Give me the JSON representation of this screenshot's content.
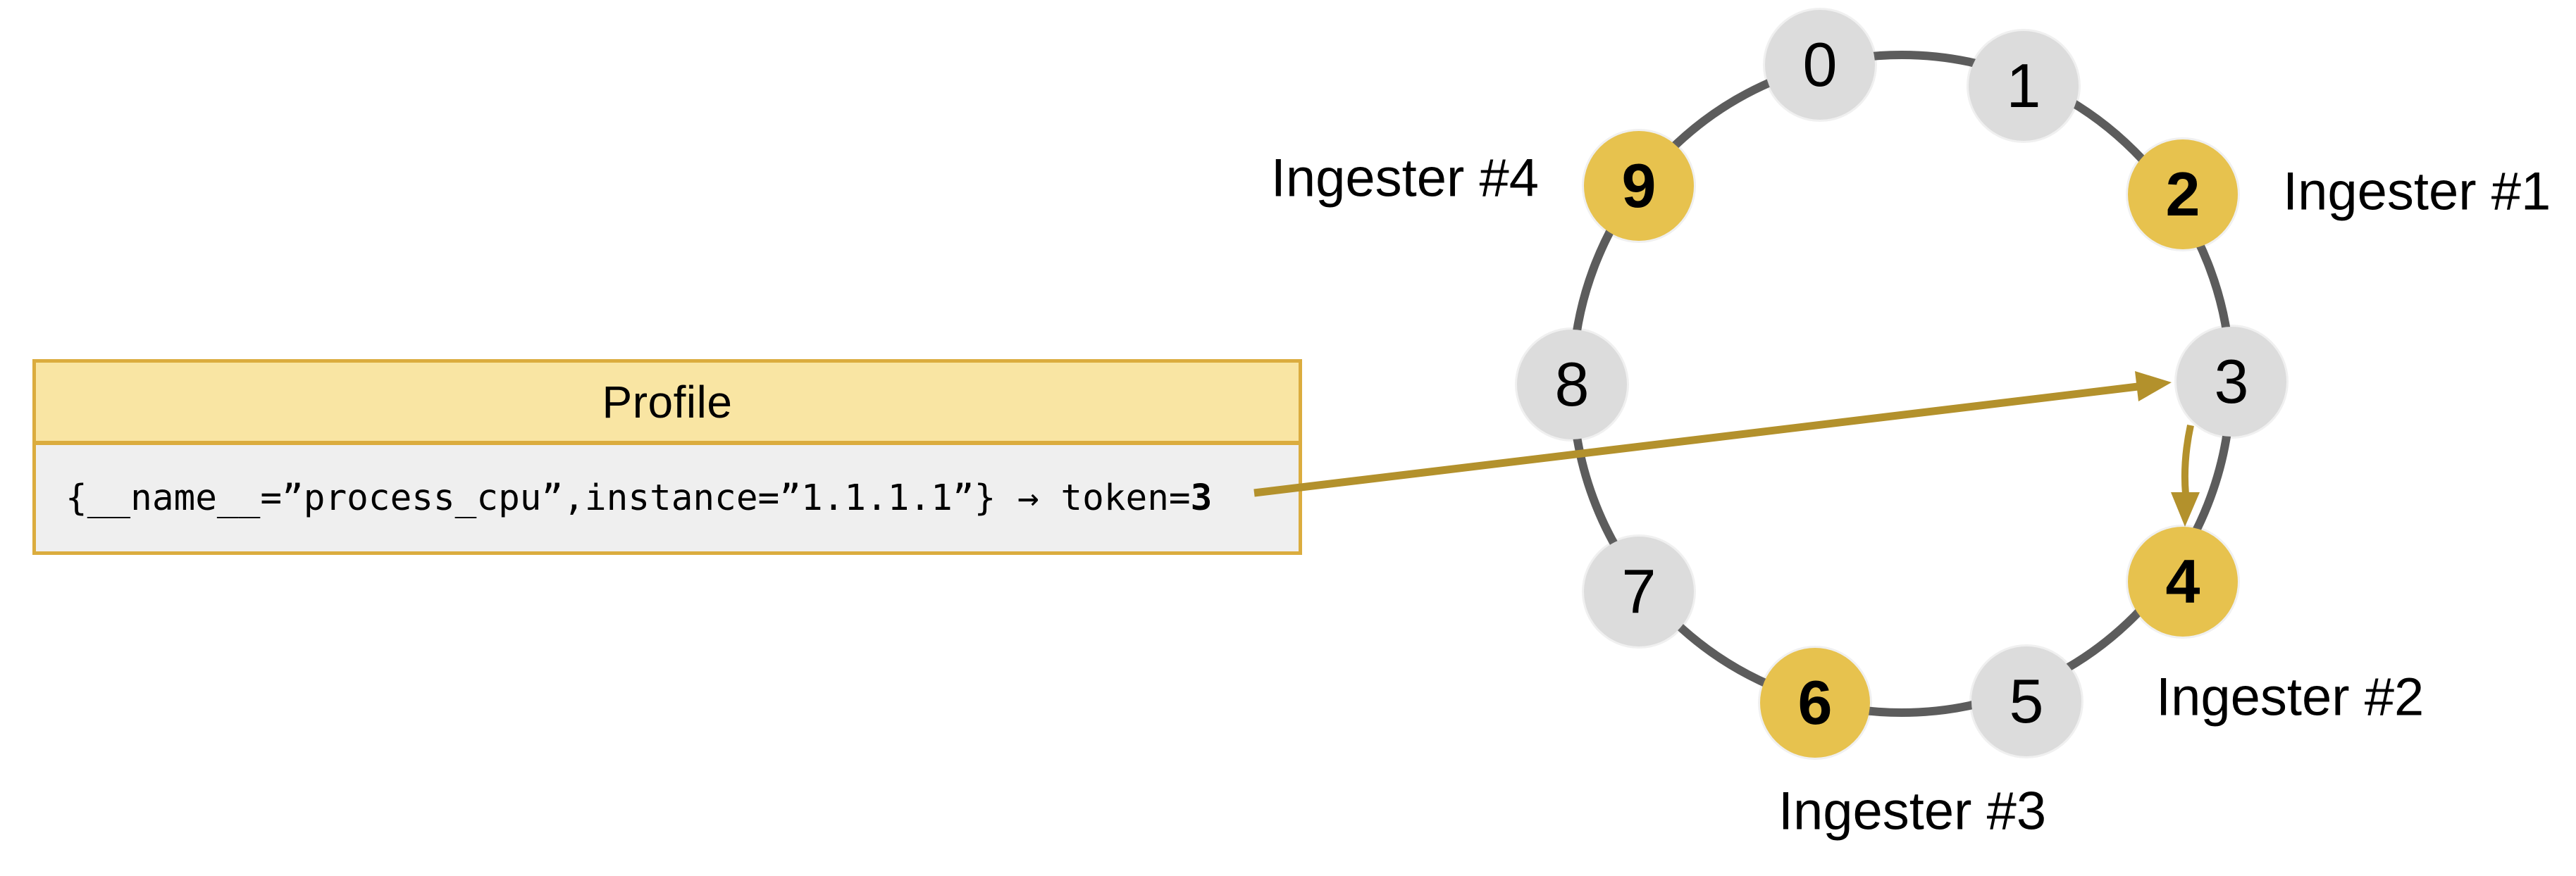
{
  "profile_box": {
    "title": "Profile",
    "series_prefix": "{__name__=”process_cpu”,instance=”1.1.1.1”} → token=",
    "token_value": "3"
  },
  "ring": {
    "nodes": [
      {
        "label": "0",
        "highlighted": false
      },
      {
        "label": "1",
        "highlighted": false
      },
      {
        "label": "2",
        "highlighted": true
      },
      {
        "label": "3",
        "highlighted": false
      },
      {
        "label": "4",
        "highlighted": true
      },
      {
        "label": "5",
        "highlighted": false
      },
      {
        "label": "6",
        "highlighted": true
      },
      {
        "label": "7",
        "highlighted": false
      },
      {
        "label": "8",
        "highlighted": false
      },
      {
        "label": "9",
        "highlighted": true
      }
    ]
  },
  "ingester_labels": [
    {
      "label": "Ingester #1"
    },
    {
      "label": "Ingester #2"
    },
    {
      "label": "Ingester #3"
    },
    {
      "label": "Ingester #4"
    }
  ],
  "colors": {
    "page_bg": "#FFFFFF",
    "node_default": "#DCDCDC",
    "node_highlight": "#E7C24E",
    "ring_stroke": "#5C5C5C",
    "arrow": "#B3912C",
    "box_border": "#DBAC3E",
    "box_header_fill": "#F9E5A3",
    "box_body_fill": "#EFEFEF",
    "text": "#000000"
  }
}
